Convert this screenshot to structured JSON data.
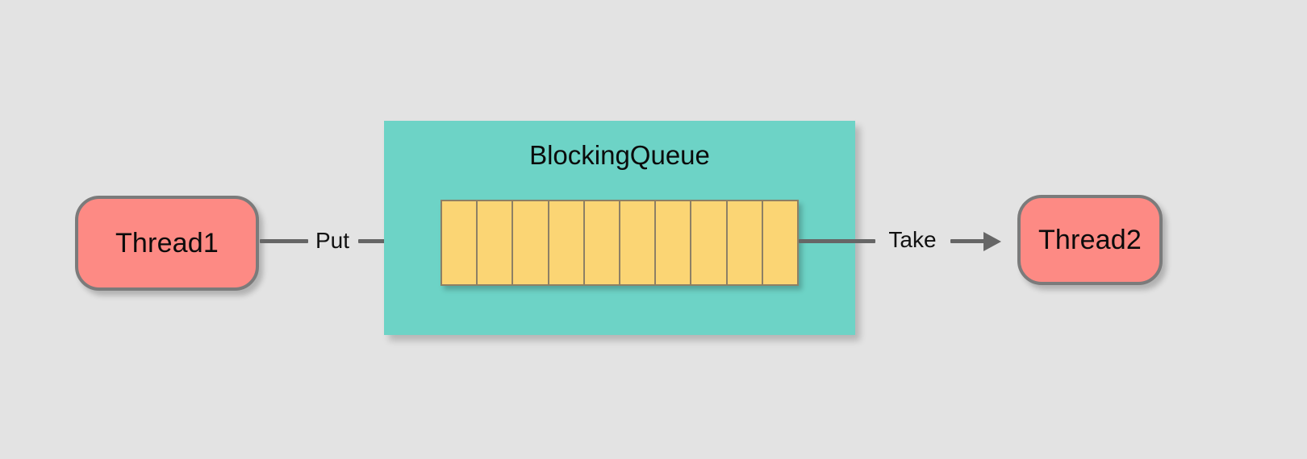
{
  "diagram": {
    "title": "BlockingQueue producer consumer diagram",
    "background_color": "#e3e3e3",
    "producer": {
      "label": "Thread1",
      "fill_color": "#fd8a84",
      "border_color": "#7b7b7b"
    },
    "consumer": {
      "label": "Thread2",
      "fill_color": "#fd8a84",
      "border_color": "#7b7b7b"
    },
    "queue": {
      "label": "BlockingQueue",
      "fill_color": "#6dd3c6",
      "cell_count": 10,
      "cell_fill_color": "#fbd574",
      "cell_border_color": "#8d8065",
      "cells": [
        "",
        "",
        "",
        "",
        "",
        "",
        "",
        "",
        "",
        ""
      ]
    },
    "connectors": [
      {
        "name": "put",
        "label": "Put",
        "from": "Thread1",
        "to": "BlockingQueue",
        "color": "#666666"
      },
      {
        "name": "take",
        "label": "Take",
        "from": "BlockingQueue",
        "to": "Thread2",
        "color": "#666666"
      }
    ]
  }
}
